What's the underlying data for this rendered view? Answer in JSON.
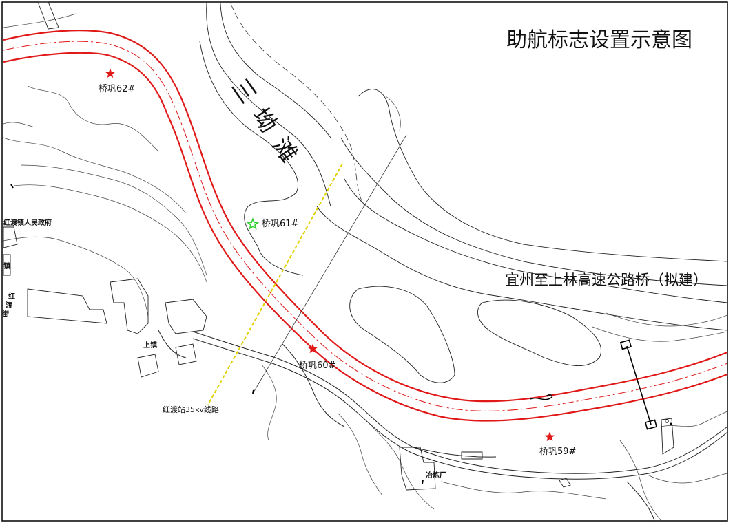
{
  "title": "助航标志设置示意图",
  "bridge_label": "宜州至上林高速公路桥（拟建）",
  "rapids_name": "三坳滩",
  "powerline_label": "红渡站35kv线路",
  "markers": [
    {
      "label": "桥巩62#",
      "color": "#e01818"
    },
    {
      "label": "桥巩61#",
      "color": "#2fcf2f"
    },
    {
      "label": "桥巩60#",
      "color": "#e01818"
    },
    {
      "label": "桥巩59#",
      "color": "#e01818"
    }
  ],
  "place_labels": {
    "town_gov": "红渡镇人民政府",
    "zhen": "镇",
    "hong": "红",
    "du": "渡",
    "jie": "街",
    "shangzhen": "上镇",
    "smelter": "冶炼厂"
  },
  "icons": [
    "star-icon"
  ]
}
